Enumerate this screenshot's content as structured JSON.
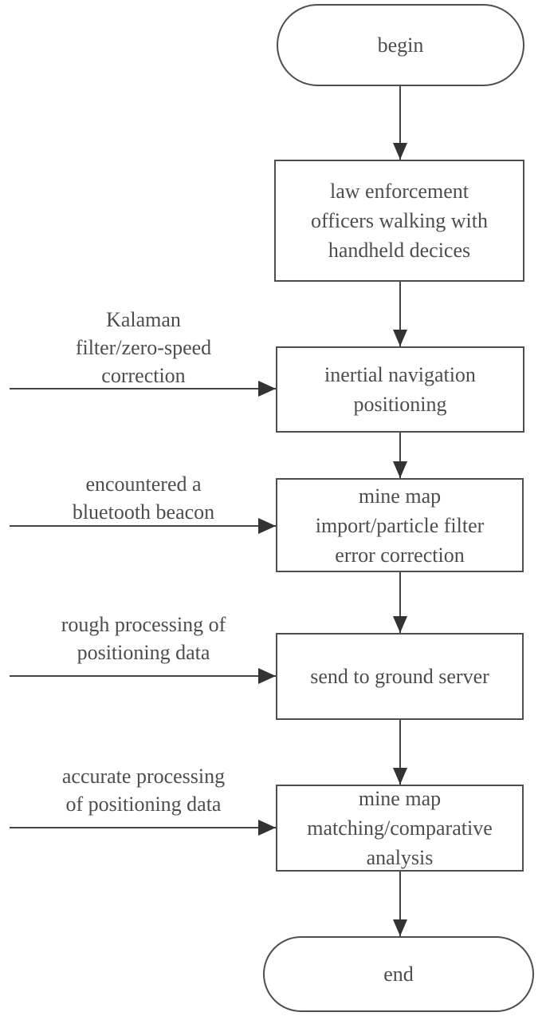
{
  "diagram": {
    "type": "flowchart",
    "background_color": "#ffffff",
    "line_color": "#454545",
    "text_color": "#4d4d4d",
    "nodes": [
      {
        "id": "begin",
        "shape": "terminator",
        "label": "begin"
      },
      {
        "id": "walking",
        "shape": "process",
        "label": "law enforcement\nofficers walking with\nhandheld decices"
      },
      {
        "id": "inertial",
        "shape": "process",
        "label": "inertial navigation\npositioning"
      },
      {
        "id": "mine-map-import",
        "shape": "process",
        "label": "mine map\nimport/particle filter\nerror correction"
      },
      {
        "id": "send-server",
        "shape": "process",
        "label": "send to ground server"
      },
      {
        "id": "mine-map-matching",
        "shape": "process",
        "label": "mine map\nmatching/comparative\nanalysis"
      },
      {
        "id": "end",
        "shape": "terminator",
        "label": "end"
      }
    ],
    "edges": [
      {
        "from": "begin",
        "to": "walking"
      },
      {
        "from": "walking",
        "to": "inertial"
      },
      {
        "from": "inertial",
        "to": "mine-map-import"
      },
      {
        "from": "mine-map-import",
        "to": "send-server"
      },
      {
        "from": "send-server",
        "to": "mine-map-matching"
      },
      {
        "from": "mine-map-matching",
        "to": "end"
      }
    ],
    "annotations": [
      {
        "target": "inertial",
        "text": "Kalaman\nfilter/zero-speed\ncorrection"
      },
      {
        "target": "mine-map-import",
        "text": "encountered a\nbluetooth beacon"
      },
      {
        "target": "send-server",
        "text": "rough processing of\npositioning data"
      },
      {
        "target": "mine-map-matching",
        "text": "accurate processing\nof positioning data"
      }
    ]
  }
}
